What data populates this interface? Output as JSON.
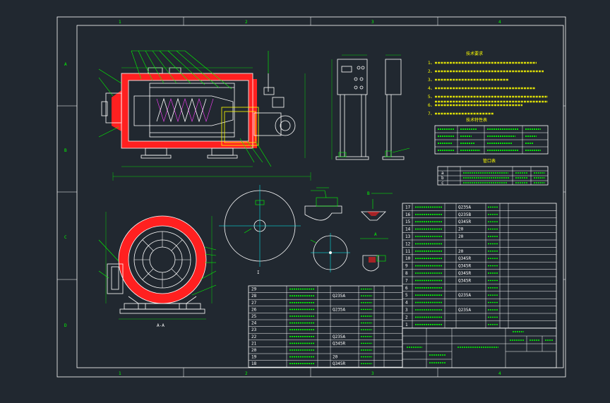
{
  "colors": {
    "background": "#212830",
    "frame": "#ffffff",
    "dimension": "#00ff00",
    "insulation": "#ff2020",
    "highlight": "#ffff00",
    "note_text": "#ffff00",
    "centerline": "#00ffff"
  },
  "frame": {
    "column_markers": [
      "1",
      "2",
      "3",
      "4"
    ],
    "row_markers": [
      "A",
      "B",
      "C",
      "D"
    ]
  },
  "tech_requirements": {
    "title": "技术要求",
    "items": [
      "1、",
      "2、",
      "3、",
      "4、",
      "5、",
      "6、",
      "7、"
    ]
  },
  "tech_characteristics": {
    "title": "技术特性表"
  },
  "nozzle_table": {
    "title": "管口表",
    "rows": [
      {
        "mark": "a"
      },
      {
        "mark": "b"
      },
      {
        "mark": "c"
      }
    ]
  },
  "labels": {
    "section_aa": "A-A",
    "detail_a": "A",
    "detail_b": "B",
    "detail_i": "I"
  },
  "parts_right": [
    {
      "no": "17",
      "material": "Q235A"
    },
    {
      "no": "16",
      "material": "Q235B"
    },
    {
      "no": "15",
      "material": "Q345R"
    },
    {
      "no": "14",
      "material": "20"
    },
    {
      "no": "13",
      "material": "20"
    },
    {
      "no": "12",
      "material": ""
    },
    {
      "no": "11",
      "material": "20"
    },
    {
      "no": "10",
      "material": "Q345R"
    },
    {
      "no": "9",
      "material": "Q345R"
    },
    {
      "no": "8",
      "material": "Q345R"
    },
    {
      "no": "7",
      "material": "Q345R"
    },
    {
      "no": "6",
      "material": ""
    },
    {
      "no": "5",
      "material": "Q235A"
    },
    {
      "no": "4",
      "material": ""
    },
    {
      "no": "3",
      "material": "Q235A"
    },
    {
      "no": "2",
      "material": ""
    },
    {
      "no": "1",
      "material": ""
    }
  ],
  "parts_left": [
    {
      "no": "29",
      "material": ""
    },
    {
      "no": "28",
      "material": "Q235A"
    },
    {
      "no": "27",
      "material": ""
    },
    {
      "no": "26",
      "material": "Q235A"
    },
    {
      "no": "25",
      "material": ""
    },
    {
      "no": "24",
      "material": ""
    },
    {
      "no": "23",
      "material": ""
    },
    {
      "no": "22",
      "material": "Q235A"
    },
    {
      "no": "21",
      "material": "Q345R"
    },
    {
      "no": "20",
      "material": ""
    },
    {
      "no": "19",
      "material": "20"
    },
    {
      "no": "18",
      "material": "Q345R"
    }
  ]
}
